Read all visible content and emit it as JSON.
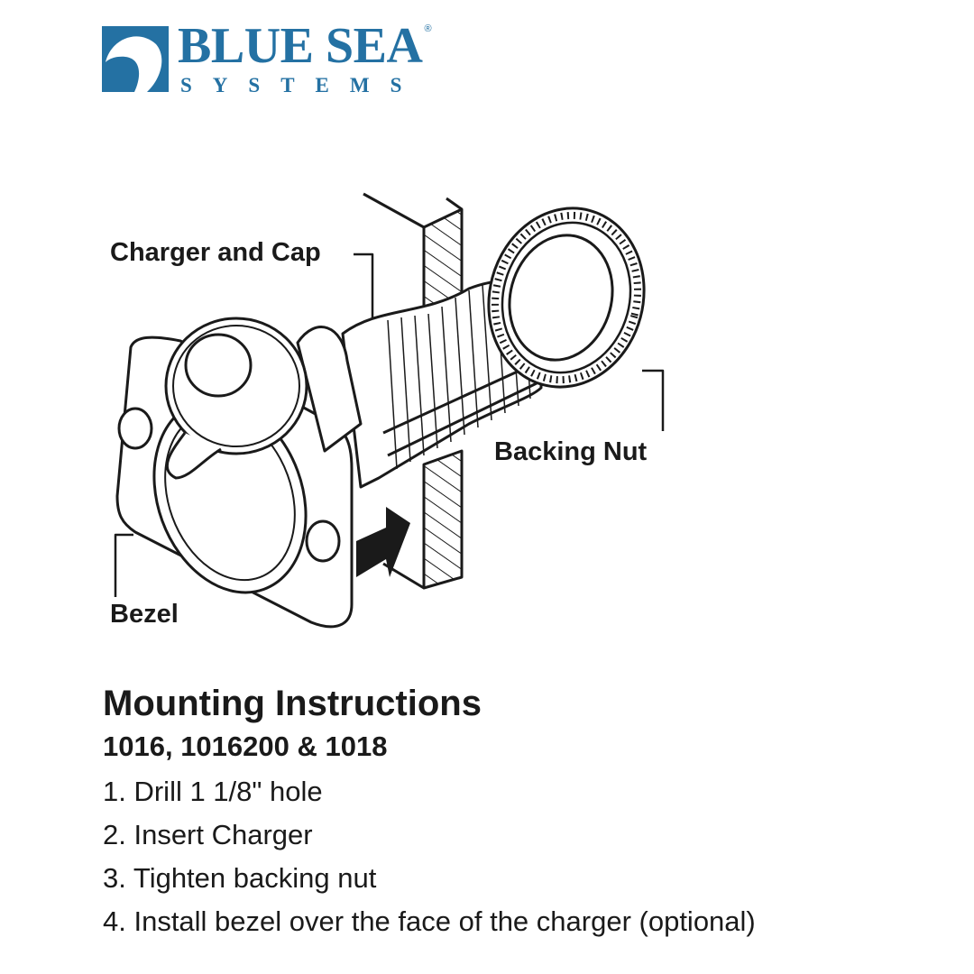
{
  "logo": {
    "line1": "BLUE SEA",
    "line2": "SYSTEMS",
    "registered": "®",
    "brand_color": "#2471a3"
  },
  "diagram": {
    "labels": {
      "charger_and_cap": "Charger and Cap",
      "backing_nut": "Backing Nut",
      "bezel": "Bezel"
    }
  },
  "instructions": {
    "title": "Mounting Instructions",
    "models": "1016, 1016200 & 1018",
    "steps": [
      "1. Drill 1 1/8\" hole",
      "2. Insert Charger",
      "3. Tighten backing nut",
      "4. Install bezel over the face of the charger (optional)"
    ]
  }
}
